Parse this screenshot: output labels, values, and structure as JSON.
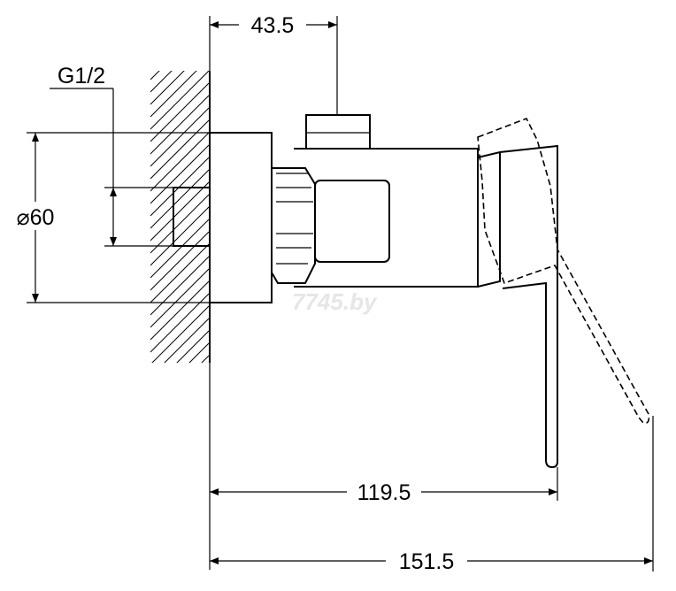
{
  "dimensions": {
    "width_top": "43.5",
    "thread": "G1/2",
    "diameter": "⌀60",
    "length_mid": "119.5",
    "length_total": "151.5"
  },
  "watermark": "7745.by"
}
